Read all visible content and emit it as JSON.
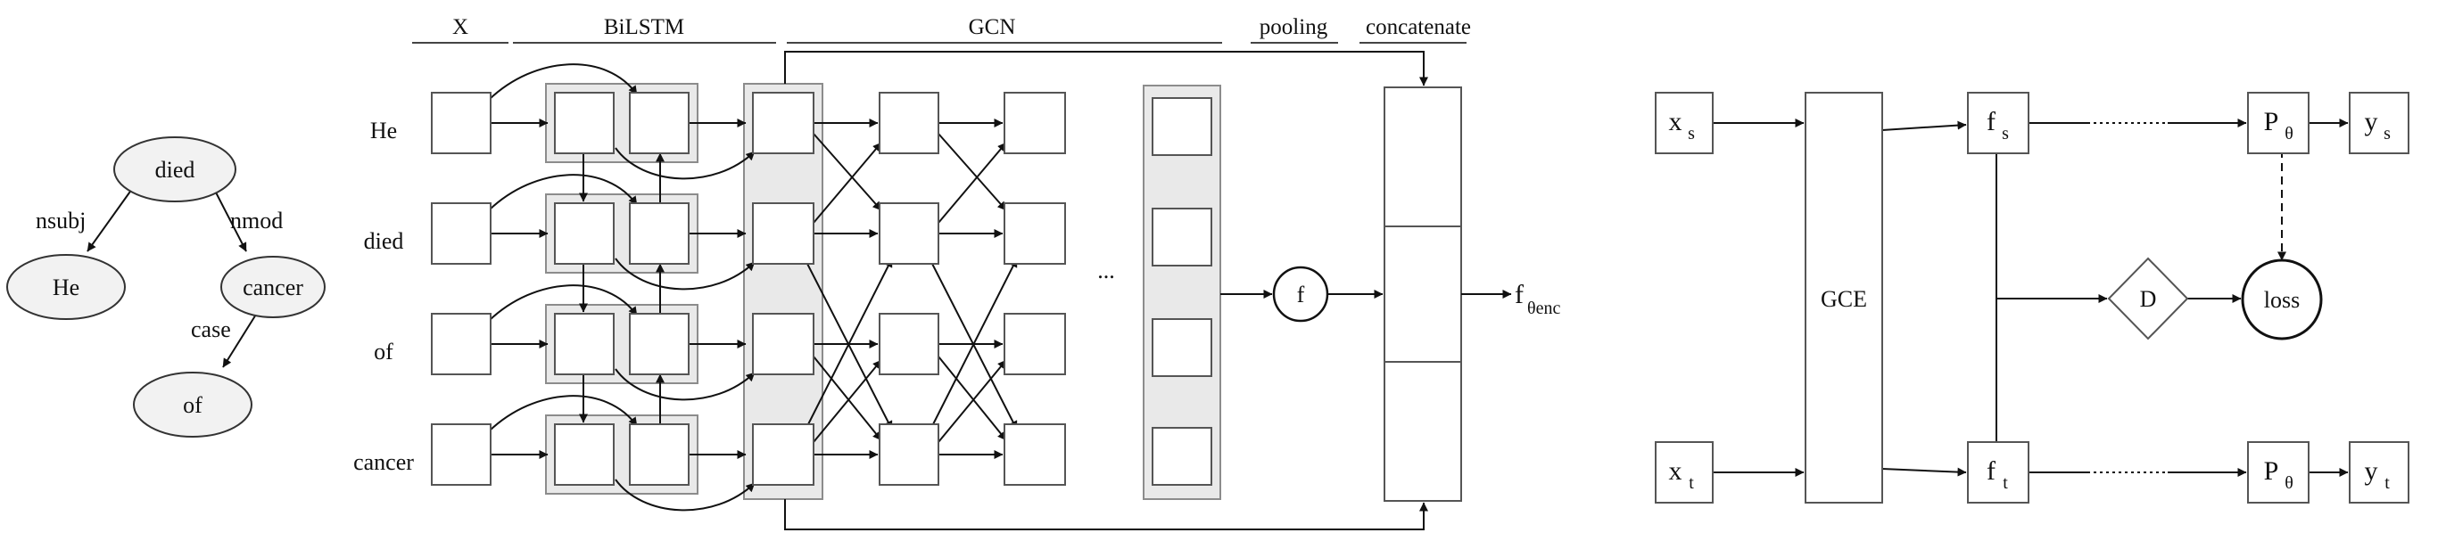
{
  "tree": {
    "nodes": {
      "died": "died",
      "he": "He",
      "cancer": "cancer",
      "of": "of"
    },
    "edges": {
      "nsubj": "nsubj",
      "nmod": "nmod",
      "case": "case"
    }
  },
  "encoder": {
    "headers": {
      "x": "X",
      "bilstm": "BiLSTM",
      "gcn": "GCN",
      "pooling": "pooling",
      "concatenate": "concatenate"
    },
    "words": [
      "He",
      "died",
      "of",
      "cancer"
    ],
    "ellipsis": "...",
    "pool_fn": "f",
    "output_main": "f",
    "output_sub": "θenc"
  },
  "framework": {
    "xs_main": "x",
    "xs_sub": "s",
    "xt_main": "x",
    "xt_sub": "t",
    "gce": "GCE",
    "fs_main": "f",
    "fs_sub": "s",
    "ft_main": "f",
    "ft_sub": "t",
    "p_main": "P",
    "p_sub": "θ",
    "ys_main": "y",
    "ys_sub": "s",
    "yt_main": "y",
    "yt_sub": "t",
    "discriminator": "D",
    "loss": "loss"
  }
}
